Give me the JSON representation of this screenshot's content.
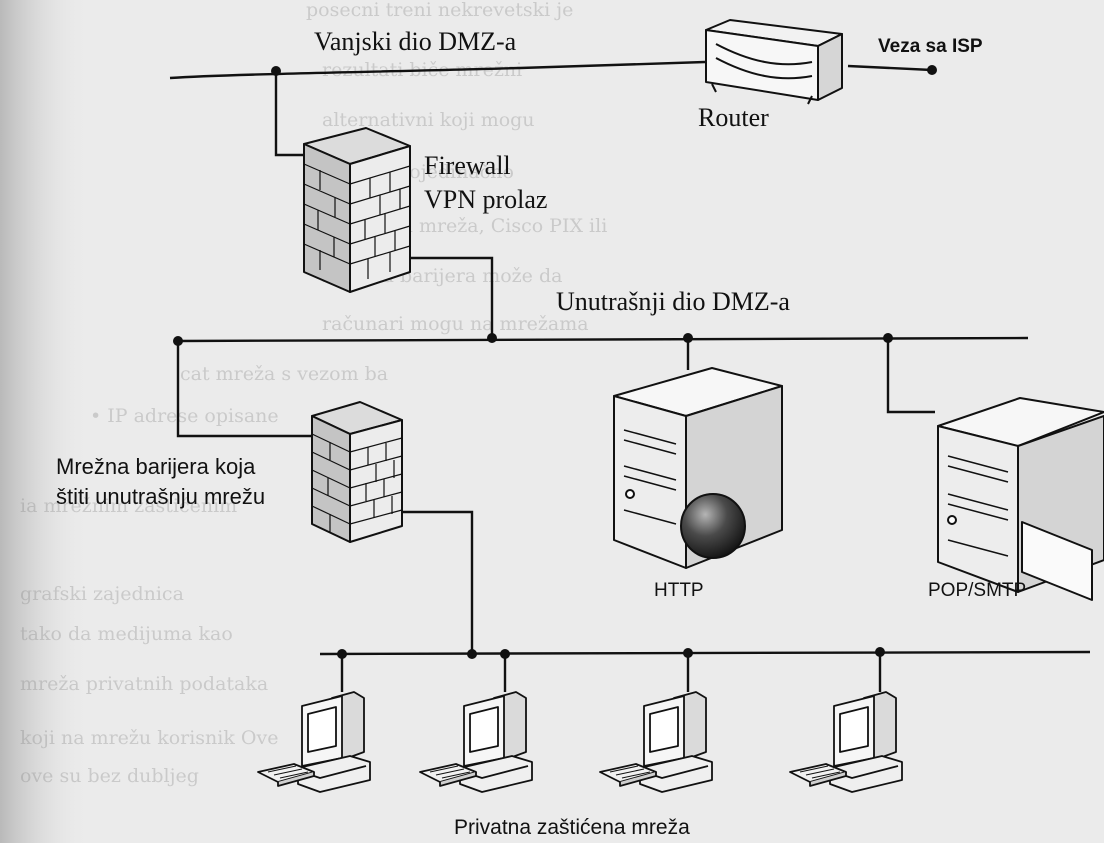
{
  "labels": {
    "outer_dmz": "Vanjski dio DMZ-a",
    "isp_link": "Veza sa ISP",
    "router": "Router",
    "firewall_line1": "Firewall",
    "firewall_line2": "VPN prolaz",
    "inner_dmz": "Unutrašnji dio DMZ-a",
    "barrier_line1": "Mrežna barijera koja",
    "barrier_line2": "štiti unutrašnju mrežu",
    "http": "HTTP",
    "pop_smtp": "POP/SMTP",
    "private_net": "Privatna zaštićena mreža"
  },
  "colors": {
    "background": "#ebebeb",
    "ink": "#111111",
    "device_fill": "#f4f4f4",
    "brick_fill": "#c9c9c9"
  },
  "icons": [
    "router-icon",
    "firewall-icon",
    "server-icon",
    "globe-icon",
    "mail-envelope-icon",
    "workstation-icon"
  ]
}
